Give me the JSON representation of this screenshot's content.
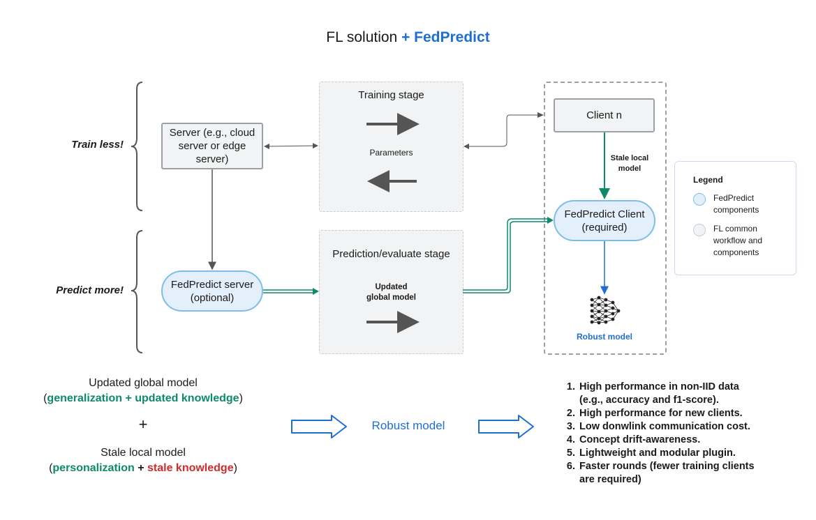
{
  "title": {
    "prefix": "FL solution ",
    "accent": "+ FedPredict"
  },
  "brackets": {
    "train": "Train less!",
    "predict": "Predict more!"
  },
  "training_stage": {
    "title": "Training stage",
    "label": "Parameters"
  },
  "prediction_stage": {
    "title": "Prediction/evaluate stage",
    "label_line1": "Updated",
    "label_line2": "global model"
  },
  "nodes": {
    "server": {
      "line1": "Server (e.g., cloud",
      "line2": "server or edge",
      "line3": "server)"
    },
    "client_n": {
      "label": "Client n"
    },
    "fedpredict_server": {
      "line1": "FedPredict server",
      "line2": "(optional)"
    },
    "fedpredict_client": {
      "line1": "FedPredict Client",
      "line2": "(required)"
    }
  },
  "edge_labels": {
    "stale_line1": "Stale local",
    "stale_line2": "model",
    "robust": "Robust model"
  },
  "legend": {
    "title": "Legend",
    "item1_line1": "FedPredict",
    "item1_line2": "components",
    "item2_line1": "FL common",
    "item2_line2": "workflow and",
    "item2_line3": "components"
  },
  "bottom": {
    "global_title": "Updated global model",
    "global_green": "generalization + updated knowledge",
    "plus": "+",
    "stale_title": "Stale local model",
    "stale_green": "personalization",
    "stale_plus": " + ",
    "stale_red": "stale knowledge",
    "robust": "Robust model"
  },
  "benefits": [
    {
      "line1": "High performance in non-IID data",
      "line2": "(e.g., accuracy and f1-score)."
    },
    {
      "line1": "High performance for new clients."
    },
    {
      "line1": "Low donwlink communication cost."
    },
    {
      "line1": "Concept drift-awareness."
    },
    {
      "line1": "Lightweight and modular plugin."
    },
    {
      "line1": "Faster rounds (fewer training clients",
      "line2": "are required)"
    }
  ],
  "colors": {
    "accent_blue": "#1f6fd1",
    "green": "#0e8a6a",
    "red": "#d12c2c",
    "node_blue_fill": "#e3f0fc",
    "node_blue_border": "#7fbde9",
    "grey_fill": "#f2f3f4"
  },
  "icons": {
    "network": "neural-network-icon",
    "arrow": "block-arrow-icon"
  }
}
